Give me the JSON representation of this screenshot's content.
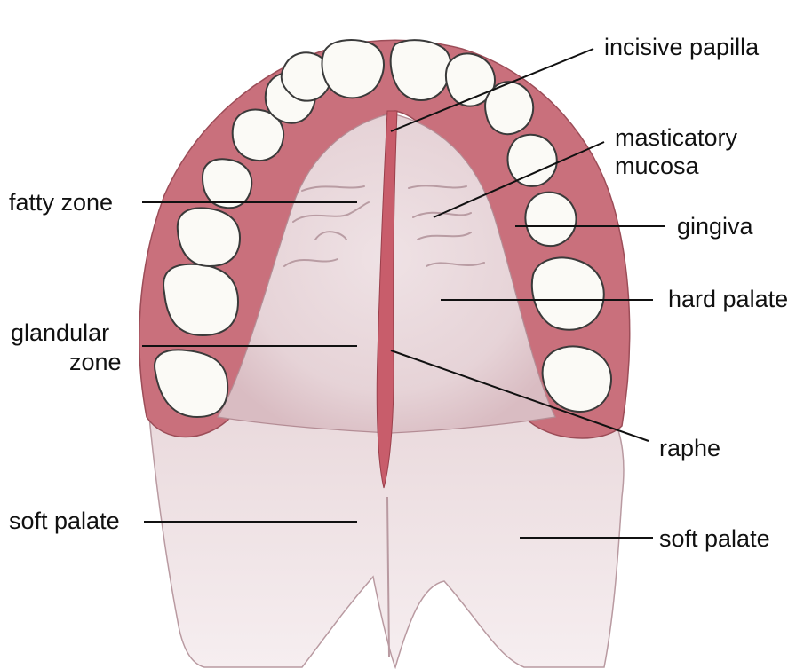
{
  "labels": {
    "incisive_papilla": "incisive papilla",
    "masticatory_mucosa_line1": "masticatory",
    "masticatory_mucosa_line2": "mucosa",
    "fatty_zone": "fatty zone",
    "gingiva": "gingiva",
    "hard_palate": "hard palate",
    "glandular_zone_line1": "glandular",
    "glandular_zone_line2": "zone",
    "raphe": "raphe",
    "soft_palate_left": "soft palate",
    "soft_palate_right": "soft palate"
  },
  "colors": {
    "gingiva": "#c9707c",
    "palate": "#ecdde0",
    "soft_palate": "#f3e8ea",
    "raphe": "#c85d6b",
    "tooth": "#fbfaf6",
    "tooth_outline": "#3a3a3a",
    "leader_line": "#111111"
  }
}
